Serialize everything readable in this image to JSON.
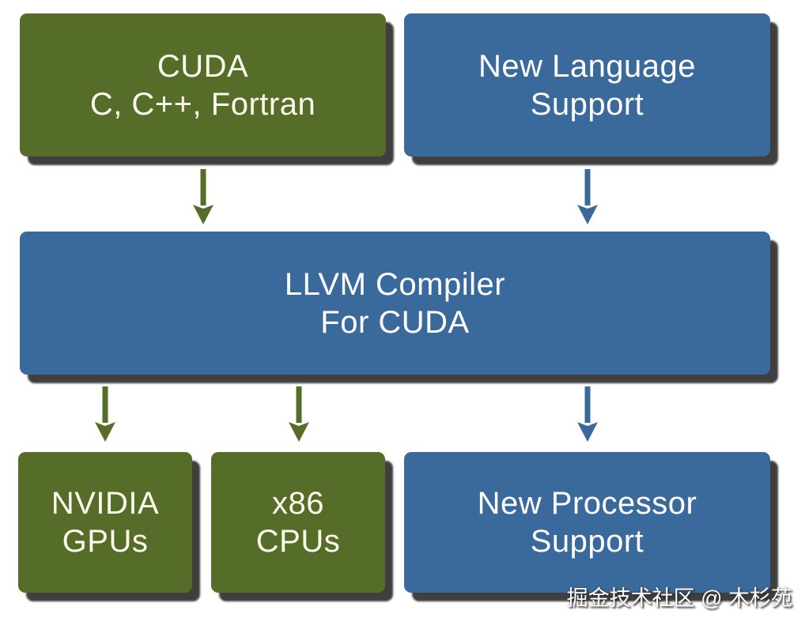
{
  "colors": {
    "green": "#566C29",
    "blue": "#3A699C",
    "shadow": "#3F3F3F",
    "green_text": "#FBF9EC",
    "blue_text": "#FFFFFF",
    "background": "#FFFFFF"
  },
  "nodes": {
    "cuda": {
      "line1": "CUDA",
      "line2": "C, C++, Fortran",
      "color": "green"
    },
    "new_language": {
      "line1": "New Language",
      "line2": "Support",
      "color": "blue"
    },
    "llvm": {
      "line1": "LLVM Compiler",
      "line2": "For CUDA",
      "color": "blue"
    },
    "nvidia_gpus": {
      "line1": "NVIDIA",
      "line2": "GPUs",
      "color": "green"
    },
    "x86_cpus": {
      "line1": "x86",
      "line2": "CPUs",
      "color": "green"
    },
    "new_processor": {
      "line1": "New Processor",
      "line2": "Support",
      "color": "blue"
    }
  },
  "edges": [
    {
      "from": "cuda",
      "to": "llvm",
      "color": "green"
    },
    {
      "from": "new_language",
      "to": "llvm",
      "color": "blue"
    },
    {
      "from": "llvm",
      "to": "nvidia_gpus",
      "color": "green"
    },
    {
      "from": "llvm",
      "to": "x86_cpus",
      "color": "green"
    },
    {
      "from": "llvm",
      "to": "new_processor",
      "color": "blue"
    }
  ],
  "watermark": {
    "text": "掘金技术社区 @ 木杉苑"
  }
}
